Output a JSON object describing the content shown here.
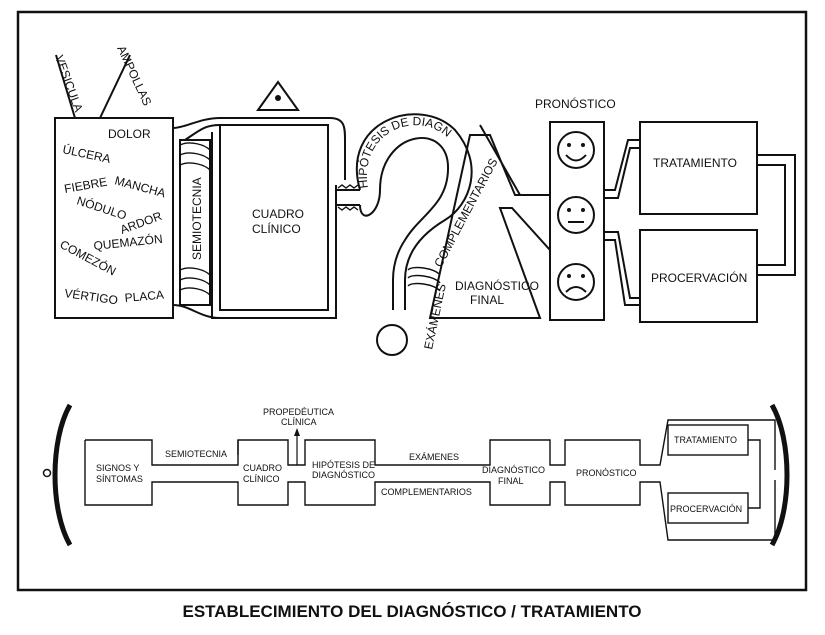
{
  "title": "ESTABLECIMIENTO DEL DIAGNÓSTICO / TRATAMIENTO",
  "top": {
    "symptom_words": [
      "VESICULA",
      "AMPOLLAS",
      "DOLOR",
      "ÚLCERA",
      "FIEBRE",
      "MANCHA",
      "NÓDULO",
      "ARDOR",
      "QUEMAZÓN",
      "COMEZÓN",
      "VÉRTIGO",
      "PLACA"
    ],
    "semiotecnia": "SEMIOTECNIA",
    "cuadro_line1": "CUADRO",
    "cuadro_line2": "CLÍNICO",
    "hipotesis": "HIPÓTESIS DE DIAGNÓSTICO",
    "complementarios": "COMPLEMENTARIOS",
    "examenes": "EXÁMENES",
    "diag_final_line1": "DIAGNÓSTICO",
    "diag_final_line2": "FINAL",
    "pronostico": "PRONÓSTICO",
    "tratamiento": "TRATAMIENTO",
    "procervacion": "PROCERVACIÓN"
  },
  "bottom": {
    "signos_line1": "SIGNOS Y",
    "signos_line2": "SÍNTOMAS",
    "semiotecnia": "SEMIOTECNIA",
    "propedeutica_line1": "PROPEDÉUTICA",
    "propedeutica_line2": "CLÍNICA",
    "cuadro_line1": "CUADRO",
    "cuadro_line2": "CLÍNICO",
    "hipotesis_line1": "HIPÓTESIS DE",
    "hipotesis_line2": "DIAGNÓSTICO",
    "examenes": "EXÁMENES",
    "complementarios": "COMPLEMENTARIOS",
    "diag_line1": "DIAGNÓSTICO",
    "diag_line2": "FINAL",
    "pronostico": "PRONÓSTICO",
    "tratamiento": "TRATAMIENTO",
    "procervacion": "PROCERVACIÓN"
  }
}
